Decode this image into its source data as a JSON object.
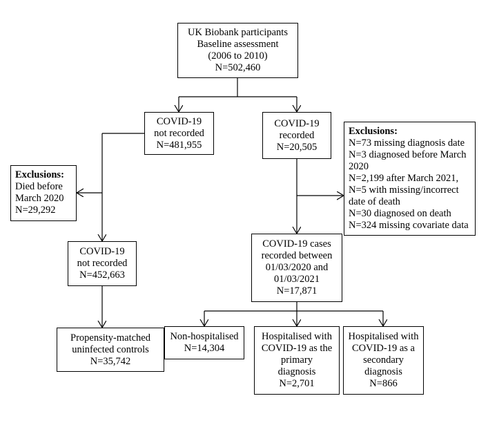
{
  "boxes": {
    "baseline": [
      "UK Biobank participants",
      "Baseline assessment",
      "(2006 to 2010)",
      "N=502,460"
    ],
    "covid_not_recorded_1": [
      "COVID-19",
      "not recorded",
      "N=481,955"
    ],
    "covid_recorded": [
      "COVID-19",
      "recorded",
      "N=20,505"
    ],
    "exclusions_right": {
      "title": "Exclusions:",
      "lines": [
        "N=73 missing diagnosis date",
        "N=3 diagnosed before March",
        "2020",
        "N=2,199 after March 2021,",
        "N=5 with missing/incorrect",
        "date of death",
        "N=30 diagnosed on death",
        "N=324 missing covariate data"
      ]
    },
    "exclusions_left": {
      "title": "Exclusions:",
      "lines": [
        "Died before",
        "March 2020",
        "N=29,292"
      ]
    },
    "covid_not_recorded_2": [
      "COVID-19",
      "not recorded",
      "N=452,663"
    ],
    "covid_cases": [
      "COVID-19 cases",
      "recorded between",
      "01/03/2020 and",
      "01/03/2021",
      "N=17,871"
    ],
    "controls": [
      "Propensity-matched",
      "uninfected controls",
      "N=35,742"
    ],
    "non_hospitalised": [
      "Non-hospitalised",
      "N=14,304"
    ],
    "hosp_primary": [
      "Hospitalised with",
      "COVID-19 as the",
      "primary",
      "diagnosis",
      "N=2,701"
    ],
    "hosp_secondary": [
      "Hospitalised with",
      "COVID-19 as a",
      "secondary",
      "diagnosis",
      "N=866"
    ]
  }
}
